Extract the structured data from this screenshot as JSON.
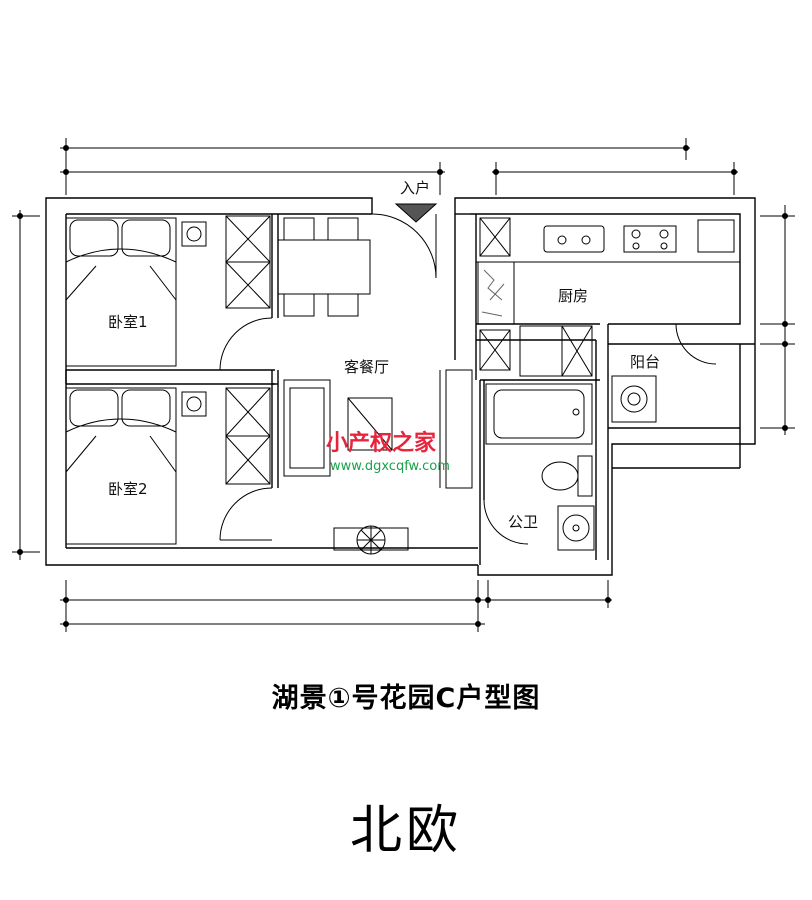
{
  "entry_label": "入户",
  "rooms": {
    "bedroom1": "卧室1",
    "bedroom2": "卧室2",
    "living_dining": "客餐厅",
    "kitchen": "厨房",
    "balcony": "阳台",
    "bathroom": "公卫"
  },
  "watermark": {
    "brand": "小产权之家",
    "url": "www.dgxcqfw.com"
  },
  "caption": "湖景①号花园C户型图",
  "style_name": "北欧",
  "colors": {
    "wall": "#000000",
    "watermark_red": "#e8243c",
    "watermark_green": "#1aa14a"
  }
}
